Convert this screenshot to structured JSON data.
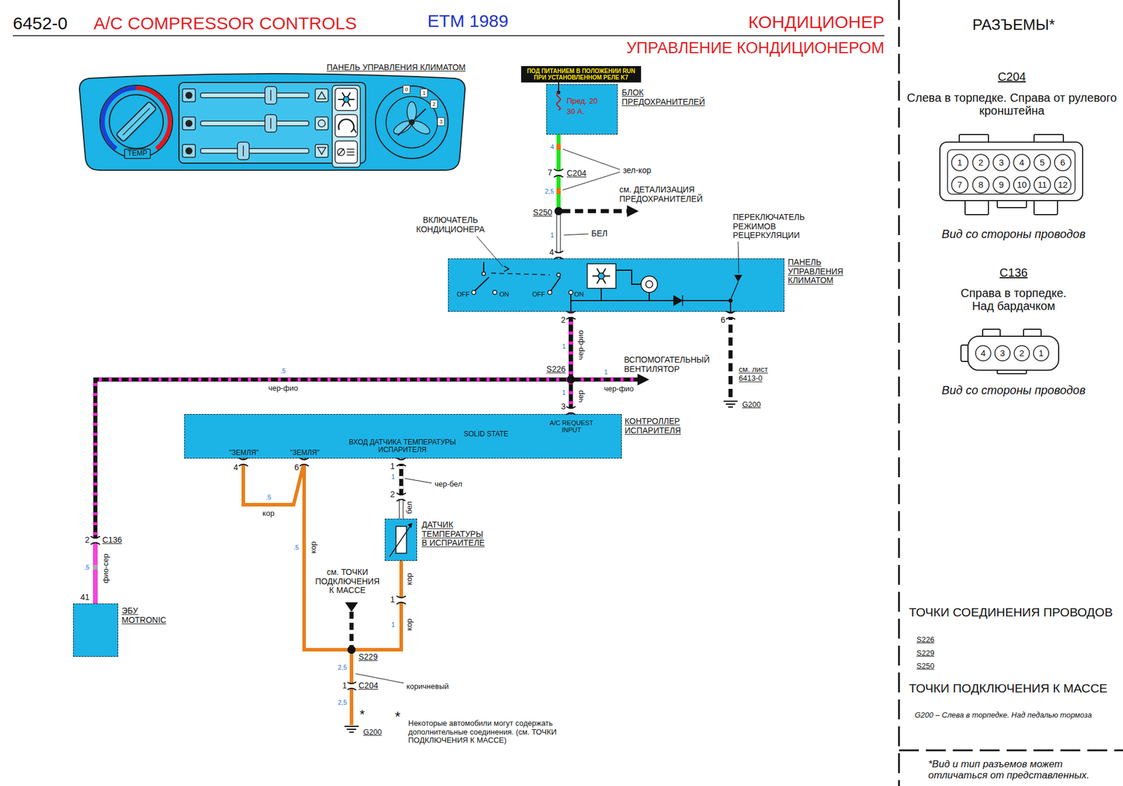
{
  "diagram": {
    "title": "A/C COMPRESSOR CONTROLS",
    "nodes": [
      {
        "text": [
          "ПАНЕЛЬ УПРАВЛЕНИЯ КЛИМАТОМ",
          "TEMP",
          "0",
          "1",
          "2",
          "3"
        ]
      },
      {
        "text": [
          "ПОД ПИТАНИЕМ В ПОЛОЖЕНИИ RUN ПРИ УСТАНОВЛЕННОМ РЕЛЕ K7"
        ]
      },
      {
        "text": [
          "БЛОК ПРЕДОХРАНИТЕЛЕЙ",
          "Пред. 20",
          "30 А."
        ]
      },
      {
        "text": [
          "ПАНЕЛЬ УПРАВЛЕНИЯ КЛИМАТОМ",
          "OFF",
          "ON",
          "OFF",
          "ON"
        ]
      },
      {
        "text": [
          "КОНТРОЛЛЕР ИСПАРИТЕЛЯ",
          "SOLID STATE",
          "A/C REQUEST INPUT",
          "\"ЗЕМЛЯ\"",
          "\"ЗЕМЛЯ\"",
          "ВХОД ДАТЧИКА ТЕМПЕРАТУРЫ ИСПАРИТЕЛЯ"
        ]
      },
      {
        "text": [
          "ДАТЧИК ТЕМПЕРАТУРЫ В ИСПРАИТЕЛЕ"
        ]
      },
      {
        "text": [
          "ЭБУ MOTRONIC"
        ]
      },
      {
        "text": [
          "1",
          "2",
          "3",
          "4",
          "5",
          "6",
          "7",
          "8",
          "9",
          "10",
          "11",
          "12"
        ]
      },
      {
        "text": [
          "4",
          "3",
          "2",
          "1"
        ]
      }
    ],
    "edges": [
      {
        "from": 2,
        "to": 3,
        "arrow": "none"
      },
      {
        "from": 3,
        "to": 4,
        "arrow": "none"
      },
      {
        "from": 3,
        "to": 6,
        "arrow": "none"
      },
      {
        "from": 5,
        "to": 4,
        "arrow": "none"
      }
    ],
    "labels": [
      "6452-0",
      "ETM 1989",
      "КОНДИЦИОНЕР",
      "УПРАВЛЕНИЕ КОНДИЦИОНЕРОМ",
      "4",
      "7",
      "C204",
      "2,5",
      "зел-кор",
      "S250",
      "см. ДЕТАЛИЗАЦИЯ ПРЕДОХРАНИТЕЛЕЙ",
      "1",
      "4",
      "БЕЛ",
      "ВКЛЮЧАТЕЛЬ КОНДИЦИОНЕРА",
      "ПЕРЕКЛЮЧАТЕЛЬ РЕЖИМОВ РЕЦЕРКУЛЯЦИИ",
      "2",
      "1",
      "чер-фио",
      "6",
      "S226",
      ".5",
      "чер-фио",
      "1",
      "ВСПОМОГАТЕЛЬНЫЙ ВЕНТИЛЯТОР",
      "чер-фио",
      "1",
      "чер",
      "3",
      "см. лист 6413-0",
      "G200",
      "4",
      "6",
      ".5",
      "кор",
      ".5",
      "кор",
      "1",
      "1",
      "чер-бел",
      "2",
      "бел",
      "кор",
      "1",
      "1",
      "кор",
      "см. ТОЧКИ ПОДКЛЮЧЕНИЯ К МАССЕ",
      "S229",
      "2,5",
      "1",
      "C204",
      "коричневый",
      "2,5",
      "*",
      "G200",
      "*",
      "Некоторые автомобили могут содержать дополнительные соединения. (см. ТОЧКИ ПОДКЛЮЧЕНИЯ К МАССЕ)",
      "2",
      "C136",
      ".5",
      "фио-сер",
      "41",
      "РАЗЪЕМЫ*",
      "C204",
      "Слева в торпедке. Справа от рулевого кронштейна",
      "Вид со стороны проводов",
      "C136",
      "Справа в торпедке. Над бардачком",
      "Вид со стороны проводов",
      "ТОЧКИ СОЕДИНЕНИЯ ПРОВОДОВ",
      "S226",
      "S229",
      "S250",
      "ТОЧКИ ПОДКЛЮЧЕНИЯ К МАССЕ",
      "G200 – Слева в торпедке. Над педалью тормоза",
      "*Вид и тип разъемов может отличаться от представленных."
    ]
  }
}
